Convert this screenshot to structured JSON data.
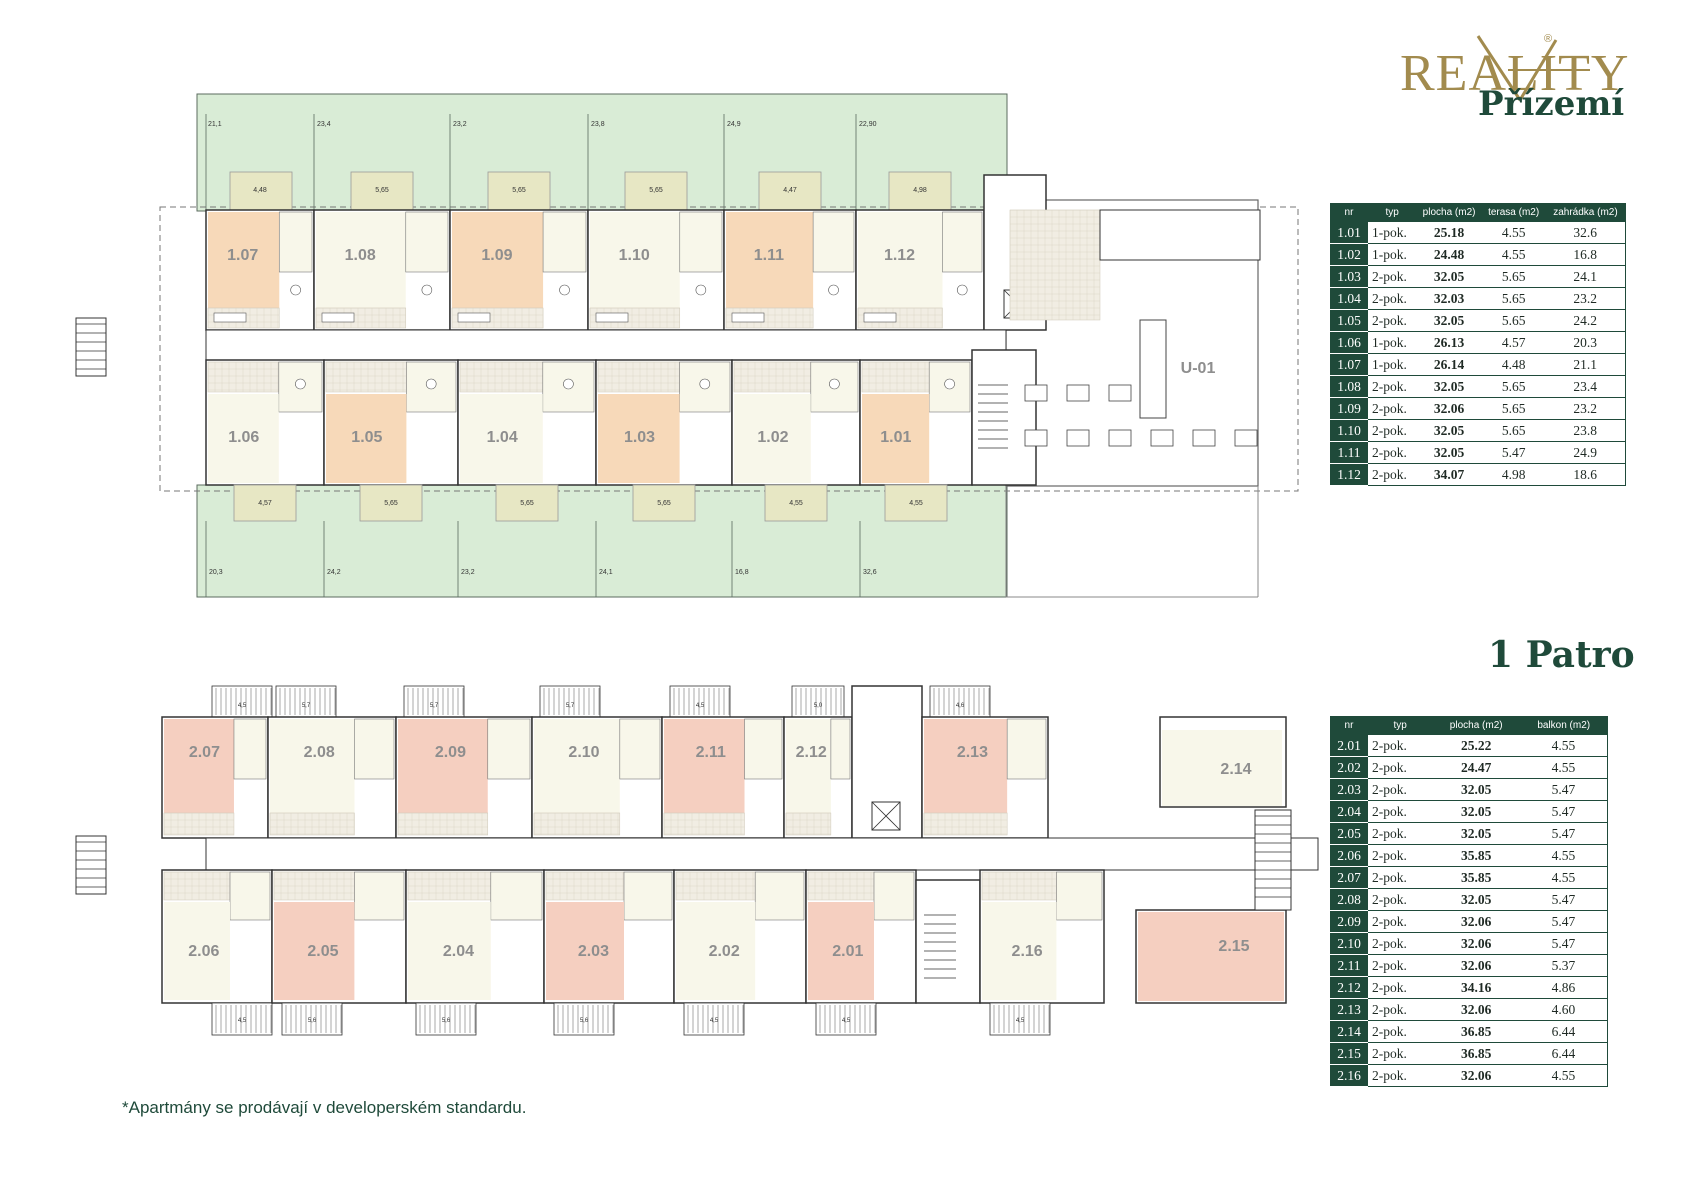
{
  "logo": {
    "brand": "REALITY",
    "registered": "®"
  },
  "floors": {
    "ground_title": "Přízemí",
    "first_title": "1 Patro"
  },
  "note": "*Apartmány se prodávají v developerském standardu.",
  "colors": {
    "accent": "#1f4a3a",
    "gold": "#a28b4e",
    "garden": "#d9ecd6",
    "terrace": "#e7e7c4",
    "unit_orange": "#f7d9b9",
    "unit_pink": "#f5cfc0",
    "unit_cream": "#f8f7ea"
  },
  "legend_ground": {
    "headers": [
      "nr",
      "typ",
      "plocha (m2)",
      "terasa (m2)",
      "zahrádka (m2)"
    ],
    "rows": [
      [
        "1.01",
        "1-pok.",
        "25.18",
        "4.55",
        "32.6"
      ],
      [
        "1.02",
        "1-pok.",
        "24.48",
        "4.55",
        "16.8"
      ],
      [
        "1.03",
        "2-pok.",
        "32.05",
        "5.65",
        "24.1"
      ],
      [
        "1.04",
        "2-pok.",
        "32.03",
        "5.65",
        "23.2"
      ],
      [
        "1.05",
        "2-pok.",
        "32.05",
        "5.65",
        "24.2"
      ],
      [
        "1.06",
        "1-pok.",
        "26.13",
        "4.57",
        "20.3"
      ],
      [
        "1.07",
        "1-pok.",
        "26.14",
        "4.48",
        "21.1"
      ],
      [
        "1.08",
        "2-pok.",
        "32.05",
        "5.65",
        "23.4"
      ],
      [
        "1.09",
        "2-pok.",
        "32.06",
        "5.65",
        "23.2"
      ],
      [
        "1.10",
        "2-pok.",
        "32.05",
        "5.65",
        "23.8"
      ],
      [
        "1.11",
        "2-pok.",
        "32.05",
        "5.47",
        "24.9"
      ],
      [
        "1.12",
        "2-pok.",
        "34.07",
        "4.98",
        "18.6"
      ]
    ]
  },
  "legend_first": {
    "headers": [
      "nr",
      "typ",
      "plocha (m2)",
      "balkon (m2)"
    ],
    "rows": [
      [
        "2.01",
        "2-pok.",
        "25.22",
        "4.55"
      ],
      [
        "2.02",
        "2-pok.",
        "24.47",
        "4.55"
      ],
      [
        "2.03",
        "2-pok.",
        "32.05",
        "5.47"
      ],
      [
        "2.04",
        "2-pok.",
        "32.05",
        "5.47"
      ],
      [
        "2.05",
        "2-pok.",
        "32.05",
        "5.47"
      ],
      [
        "2.06",
        "2-pok.",
        "35.85",
        "4.55"
      ],
      [
        "2.07",
        "2-pok.",
        "35.85",
        "4.55"
      ],
      [
        "2.08",
        "2-pok.",
        "32.05",
        "5.47"
      ],
      [
        "2.09",
        "2-pok.",
        "32.06",
        "5.47"
      ],
      [
        "2.10",
        "2-pok.",
        "32.06",
        "5.47"
      ],
      [
        "2.11",
        "2-pok.",
        "32.06",
        "5.37"
      ],
      [
        "2.12",
        "2-pok.",
        "34.16",
        "4.86"
      ],
      [
        "2.13",
        "2-pok.",
        "32.06",
        "4.60"
      ],
      [
        "2.14",
        "2-pok.",
        "36.85",
        "6.44"
      ],
      [
        "2.15",
        "2-pok.",
        "36.85",
        "6.44"
      ],
      [
        "2.16",
        "2-pok.",
        "32.06",
        "4.55"
      ]
    ]
  },
  "ground_plan": {
    "commercial_label": "U-01",
    "units_north": [
      {
        "id": "1.07",
        "tone": "orange"
      },
      {
        "id": "1.08",
        "tone": "cream"
      },
      {
        "id": "1.09",
        "tone": "orange"
      },
      {
        "id": "1.10",
        "tone": "cream"
      },
      {
        "id": "1.11",
        "tone": "orange"
      },
      {
        "id": "1.12",
        "tone": "cream"
      }
    ],
    "units_south": [
      {
        "id": "1.06",
        "tone": "cream"
      },
      {
        "id": "1.05",
        "tone": "orange"
      },
      {
        "id": "1.04",
        "tone": "cream"
      },
      {
        "id": "1.03",
        "tone": "orange"
      },
      {
        "id": "1.02",
        "tone": "cream"
      },
      {
        "id": "1.01",
        "tone": "orange"
      }
    ],
    "garden_areas_north": [
      "21,1",
      "23,4",
      "23,2",
      "23,8",
      "24,9",
      "22,90"
    ],
    "garden_areas_south": [
      "20,3",
      "24,2",
      "23,2",
      "24,1",
      "16,8",
      "32,6"
    ],
    "terraces_north": [
      "4,48",
      "5,65",
      "5,65",
      "5,65",
      "4,47",
      "4,98"
    ],
    "terraces_south": [
      "4,57",
      "5,65",
      "5,65",
      "5,65",
      "4,55",
      "4,55"
    ]
  },
  "first_plan": {
    "units_north": [
      {
        "id": "2.07",
        "tone": "pink"
      },
      {
        "id": "2.08",
        "tone": "cream"
      },
      {
        "id": "2.09",
        "tone": "pink"
      },
      {
        "id": "2.10",
        "tone": "cream"
      },
      {
        "id": "2.11",
        "tone": "pink"
      },
      {
        "id": "2.12",
        "tone": "cream"
      },
      {
        "id": "2.13",
        "tone": "pink"
      }
    ],
    "units_south": [
      {
        "id": "2.06",
        "tone": "cream"
      },
      {
        "id": "2.05",
        "tone": "pink"
      },
      {
        "id": "2.04",
        "tone": "cream"
      },
      {
        "id": "2.03",
        "tone": "pink"
      },
      {
        "id": "2.02",
        "tone": "cream"
      },
      {
        "id": "2.01",
        "tone": "pink"
      },
      {
        "id": "2.16",
        "tone": "cream"
      }
    ],
    "units_east": [
      {
        "id": "2.14",
        "tone": "cream"
      },
      {
        "id": "2.15",
        "tone": "pink"
      }
    ],
    "balconies_north": [
      "4,5",
      "5,7",
      "5,7",
      "5,7",
      "4,5",
      "5,0",
      "4,6"
    ],
    "balconies_south": [
      "4,5",
      "5,6",
      "5,6",
      "5,6",
      "4,5",
      "4,5",
      "4,5"
    ]
  }
}
